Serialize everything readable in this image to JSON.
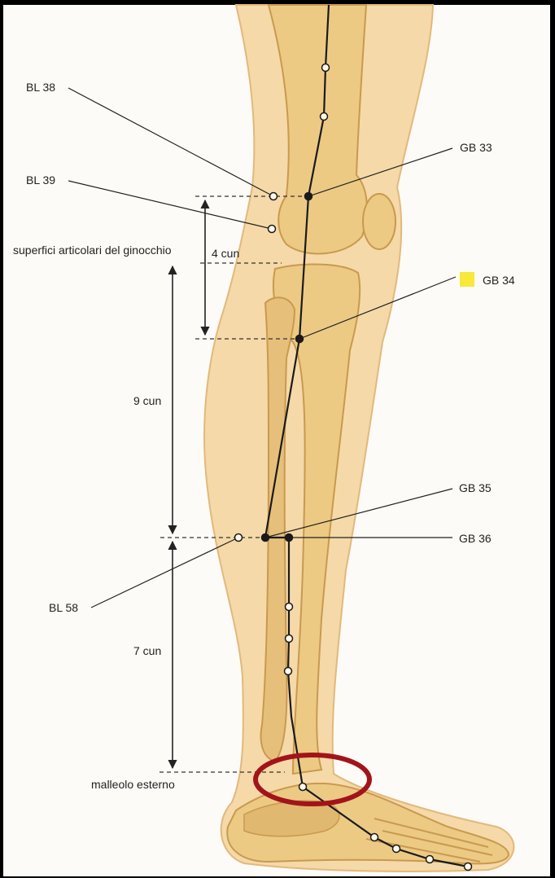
{
  "labels": {
    "bl38": "BL 38",
    "bl39": "BL 39",
    "gb33": "GB 33",
    "gb34": "GB 34",
    "gb35": "GB 35",
    "gb36": "GB 36",
    "bl58": "BL 58",
    "knee_joint": "superfici articolari del ginocchio",
    "cun4": "4 cun",
    "cun9": "9 cun",
    "cun7": "7 cun",
    "malleolus": "malleolo esterno"
  },
  "colors": {
    "skin": "#f5d9a8",
    "bone": "#ecca84",
    "bone_shade": "#d9ac62",
    "highlight_square": "#f7e83a",
    "annotation_ring": "#a3141a",
    "meridian": "#1a1a1a"
  }
}
